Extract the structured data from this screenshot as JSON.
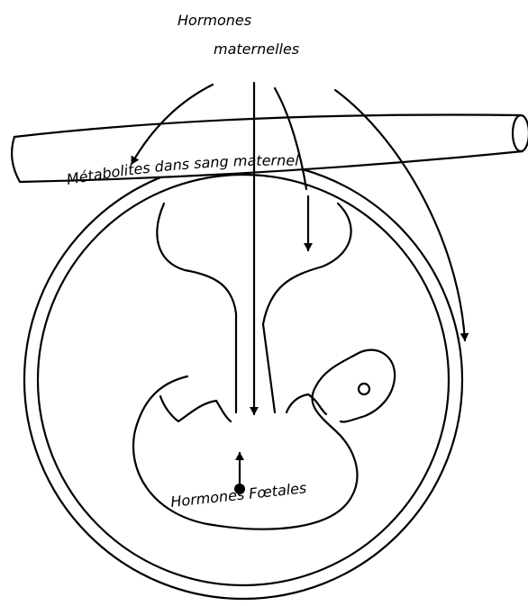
{
  "labels": {
    "maternal_hormones_line1": "Hormones",
    "maternal_hormones_line2": "maternelles",
    "maternal_blood": "Métabolites dans sang maternel",
    "fetal_hormones": "Hormones Fœtales"
  },
  "colors": {
    "ink": "#000000",
    "paper": "#ffffff"
  }
}
